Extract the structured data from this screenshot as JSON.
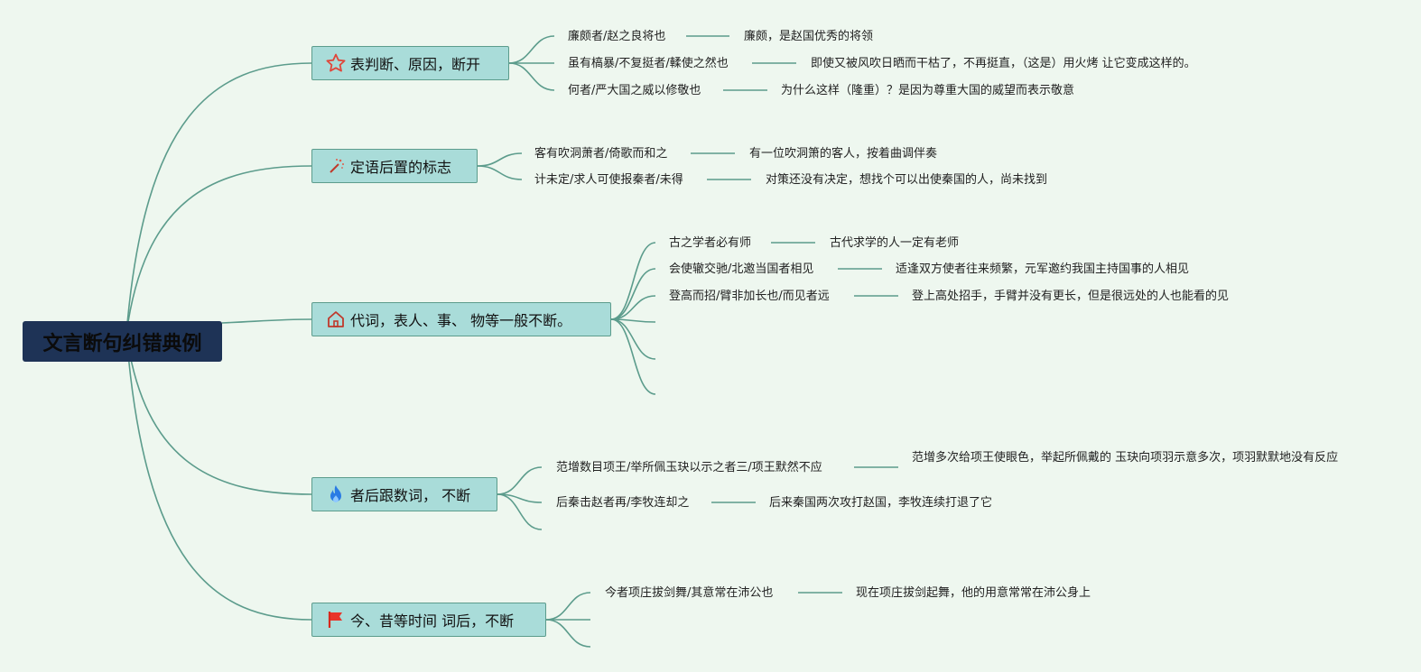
{
  "root": {
    "title": "文言断句纠错典例"
  },
  "branches": [
    {
      "label": "表判断、原因，断开",
      "icon": "star-outline-icon",
      "items": [
        {
          "text": "廉颇者/赵之良将也",
          "note": "廉颇，是赵国优秀的将领"
        },
        {
          "text": "虽有槁暴/不复挺者/輮使之然也",
          "note": "即使又被风吹日晒而干枯了，不再挺直，（这是）用火烤 让它变成这样的。"
        },
        {
          "text": "何者/严大国之威以修敬也",
          "note": "为什么这样（隆重）？是因为尊重大国的威望而表示敬意"
        }
      ]
    },
    {
      "label": "定语后置的标志",
      "icon": "magic-wand-icon",
      "items": [
        {
          "text": "客有吹洞萧者/倚歌而和之",
          "note": "有一位吹洞箫的客人，按着曲调伴奏"
        },
        {
          "text": "计未定/求人可使报秦者/未得",
          "note": "对策还没有决定，想找个可以出使秦国的人，尚未找到"
        }
      ]
    },
    {
      "label": "代词，表人、事、 物等一般不断。",
      "icon": "home-icon",
      "items": [
        {
          "text": "古之学者必有师",
          "note": "古代求学的人一定有老师"
        },
        {
          "text": "会使辙交驰/北邀当国者相见",
          "note": "适逢双方使者往来频繁，元军邀约我国主持国事的人相见"
        },
        {
          "text": "登高而招/臂非加长也/而见者远",
          "note": "登上高处招手，手臂并没有更长，但是很远处的人也能看的见"
        },
        {
          "text": "",
          "note": ""
        },
        {
          "text": "",
          "note": ""
        },
        {
          "text": "",
          "note": ""
        }
      ]
    },
    {
      "label": "者后跟数词， 不断",
      "icon": "flame-icon",
      "items": [
        {
          "text": "范增数目项王/举所佩玉玦以示之者三/项王默然不应",
          "note": "范增多次给项王使眼色，举起所佩戴的 玉玦向项羽示意多次，项羽默默地没有反应"
        },
        {
          "text": "后秦击赵者再/李牧连却之",
          "note": "后来秦国两次攻打赵国，李牧连续打退了它"
        },
        {
          "text": "",
          "note": ""
        }
      ]
    },
    {
      "label": "今、昔等时间 词后，不断",
      "icon": "red-flag-icon",
      "items": [
        {
          "text": "今者项庄拔剑舞/其意常在沛公也",
          "note": "现在项庄拔剑起舞，他的用意常常在沛公身上"
        },
        {
          "text": "",
          "note": ""
        },
        {
          "text": "",
          "note": ""
        }
      ]
    }
  ],
  "colors": {
    "line": "#5c9c8c",
    "root_bg": "#1e3356",
    "branch_bg": "#a9dcd9",
    "background": "#eef7ef"
  }
}
